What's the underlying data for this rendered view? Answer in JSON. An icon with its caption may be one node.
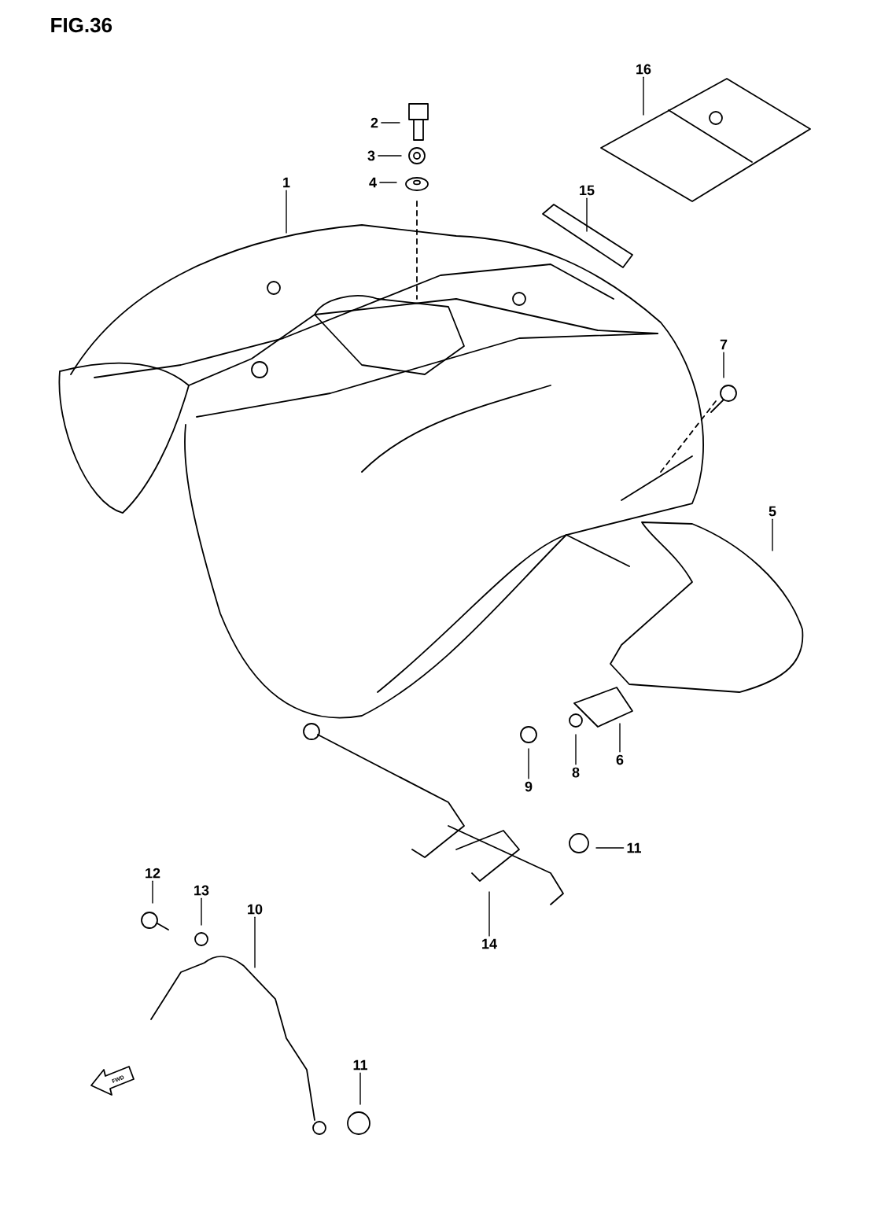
{
  "diagram": {
    "title": "FIG.36",
    "nodes": [
      {
        "text": [
          "16"
        ]
      },
      {
        "text": [
          "2"
        ]
      },
      {
        "text": [
          "3"
        ]
      },
      {
        "text": [
          "1"
        ]
      },
      {
        "text": [
          "4"
        ]
      },
      {
        "text": [
          "15"
        ]
      },
      {
        "text": [
          "7"
        ]
      },
      {
        "text": [
          "5"
        ]
      },
      {
        "text": [
          "6"
        ]
      },
      {
        "text": [
          "8"
        ]
      },
      {
        "text": [
          "9"
        ]
      },
      {
        "text": [
          "11"
        ]
      },
      {
        "text": [
          "12"
        ]
      },
      {
        "text": [
          "13"
        ]
      },
      {
        "text": [
          "10"
        ]
      },
      {
        "text": [
          "14"
        ]
      },
      {
        "text": [
          "11"
        ]
      }
    ],
    "edges": [
      {
        "from": 0,
        "to": null,
        "arrow": "none"
      },
      {
        "from": 1,
        "to": null,
        "arrow": "none"
      },
      {
        "from": 2,
        "to": null,
        "arrow": "none"
      },
      {
        "from": 3,
        "to": null,
        "arrow": "none"
      },
      {
        "from": 4,
        "to": null,
        "arrow": "none"
      },
      {
        "from": 5,
        "to": null,
        "arrow": "none"
      },
      {
        "from": 6,
        "to": null,
        "arrow": "none"
      },
      {
        "from": 7,
        "to": null,
        "arrow": "none"
      },
      {
        "from": 8,
        "to": null,
        "arrow": "none"
      },
      {
        "from": 9,
        "to": null,
        "arrow": "none"
      },
      {
        "from": 10,
        "to": null,
        "arrow": "none"
      },
      {
        "from": 11,
        "to": null,
        "arrow": "none"
      },
      {
        "from": 12,
        "to": null,
        "arrow": "none"
      },
      {
        "from": 13,
        "to": null,
        "arrow": "none"
      },
      {
        "from": 14,
        "to": null,
        "arrow": "none"
      },
      {
        "from": 15,
        "to": null,
        "arrow": "none"
      },
      {
        "from": 16,
        "to": null,
        "arrow": "none"
      }
    ],
    "labels": [
      "FWD"
    ]
  }
}
